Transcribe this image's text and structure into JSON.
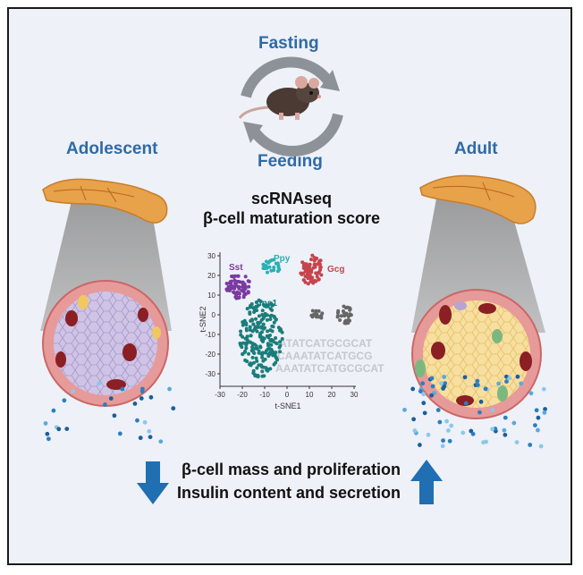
{
  "labels": {
    "fasting": "Fasting",
    "feeding": "Feeding",
    "adolescent": "Adolescent",
    "adult": "Adult",
    "method_line1": "scRNAseq",
    "method_line2": "β-cell maturation score"
  },
  "tsne": {
    "xlabel": "t-SNE1",
    "ylabel": "t-SNE2",
    "xticks": [
      "-30",
      "-20",
      "-10",
      "0",
      "10",
      "20",
      "30"
    ],
    "yticks": [
      "30",
      "20",
      "10",
      "0",
      "-10",
      "-20",
      "-30"
    ],
    "clusters": [
      "Sst",
      "Ppy",
      "Gcg",
      "Ins1"
    ],
    "sequence_lines": [
      "ATATCATGCGCAT",
      "CAAATATCATGCG",
      "AAATATCATGCGCAT"
    ]
  },
  "outcomes": {
    "line1": "β-cell mass and proliferation",
    "line2": "Insulin content and secretion"
  },
  "colors": {
    "title_blue": "#2f6aa6",
    "arrow_blue": "#1f6fb2",
    "sst": "#7a3aa0",
    "ppy": "#2ab0b5",
    "gcg": "#c6444c",
    "ins1": "#1b7d7a",
    "other": "#666666"
  }
}
